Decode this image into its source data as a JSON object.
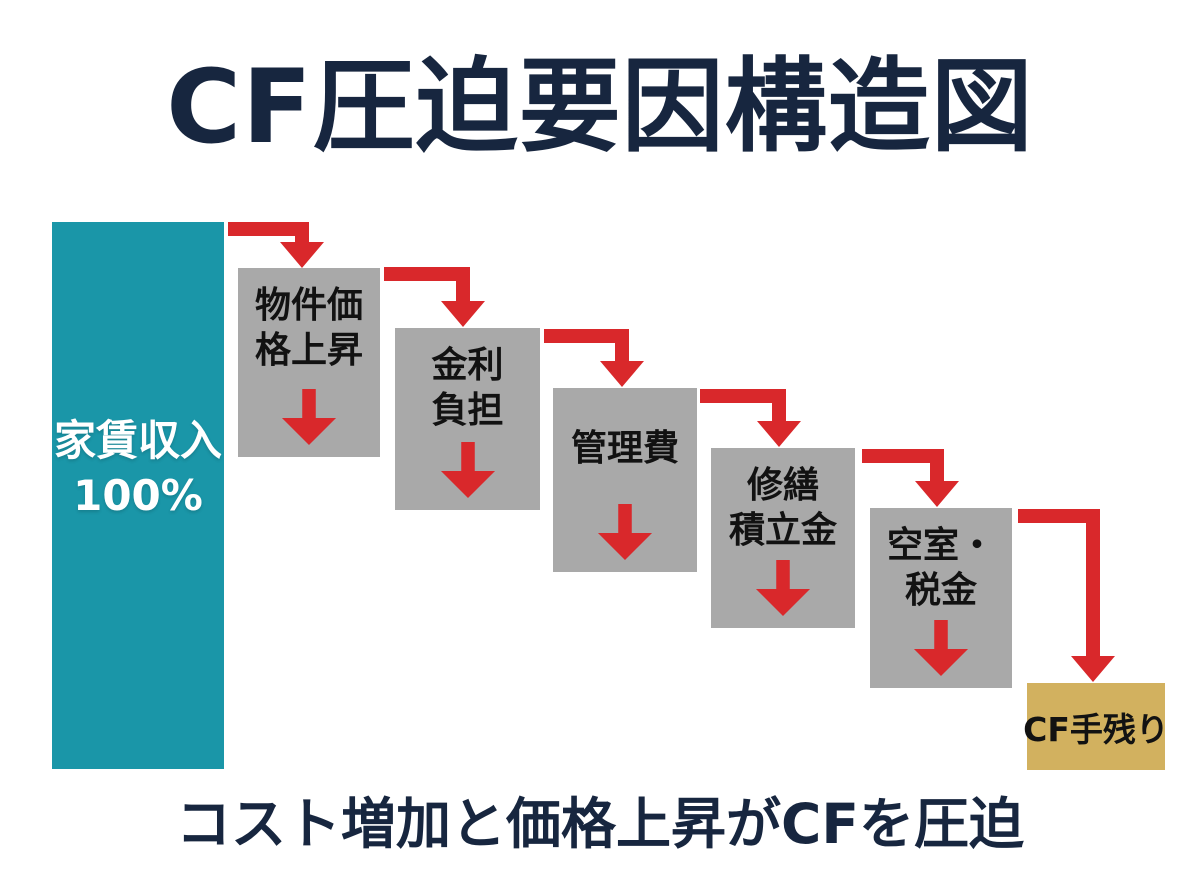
{
  "title": "CF圧迫要因構造図",
  "caption": "コスト増加と価格上昇がCFを圧迫",
  "income_bar": {
    "label": "家賃収入\n100%"
  },
  "cost_boxes": [
    {
      "label": "物件価\n格上昇"
    },
    {
      "label": "金利\n負担"
    },
    {
      "label": "管理費"
    },
    {
      "label": "修繕\n積立金"
    },
    {
      "label": "空室・\n税金"
    }
  ],
  "result_box": {
    "label": "CF手残り"
  },
  "icons": {
    "down_arrow": "red-down-arrow-icon",
    "connector": "red-elbow-arrow"
  },
  "colors": {
    "title_text": "#17263f",
    "caption_text": "#17263f",
    "income_bar": "#1a96a8",
    "income_bar_text": "#ffffff",
    "cost_box": "#a9a9a9",
    "cost_box_text": "#121212",
    "result_box": "#d2b15f",
    "arrow": "#d9282b",
    "background": "#ffffff"
  }
}
